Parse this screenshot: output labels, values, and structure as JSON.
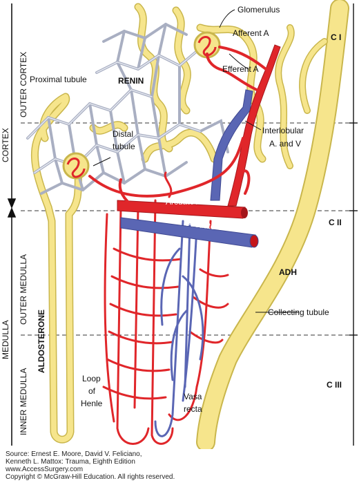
{
  "labels": {
    "glomerulus": "Glomerulus",
    "afferent": "Afferent A",
    "efferent": "Efferent A",
    "proximal": "Proximal tubule",
    "renin": "RENIN",
    "distal_1": "Distal",
    "distal_2": "tubule",
    "interlobular_1": "Interlobular",
    "interlobular_2": "A. and V",
    "arcuate_a": "Arcuate A",
    "arcuate_v": "Arcuate V",
    "adh": "ADH",
    "collecting": "Collecting tubule",
    "aldosterone": "ALDOSTERONE",
    "loop_1": "Loop",
    "loop_2": "of",
    "loop_3": "Henle",
    "vasa_1": "Vasa",
    "vasa_2": "recta"
  },
  "zones": {
    "cortex": "CORTEX",
    "outer_cortex": "OUTER CORTEX",
    "medulla": "MEDULLA",
    "outer_medulla": "OUTER MEDULLA",
    "inner_medulla": "INNER MEDULLA",
    "c1": "C I",
    "c2": "C II",
    "c3": "C III"
  },
  "source": {
    "line1": "Source: Ernest E. Moore, David V. Feliciano,",
    "line2": "Kenneth L. Mattox: Trauma, Eighth Edition",
    "line3": "www.AccessSurgery.com",
    "line4": "Copyright © McGraw-Hill Education. All rights reserved."
  },
  "colors": {
    "tubule": "#f6e58c",
    "artery": "#e0262a",
    "vein": "#5a66b4",
    "capillary": "#a9afc2"
  }
}
